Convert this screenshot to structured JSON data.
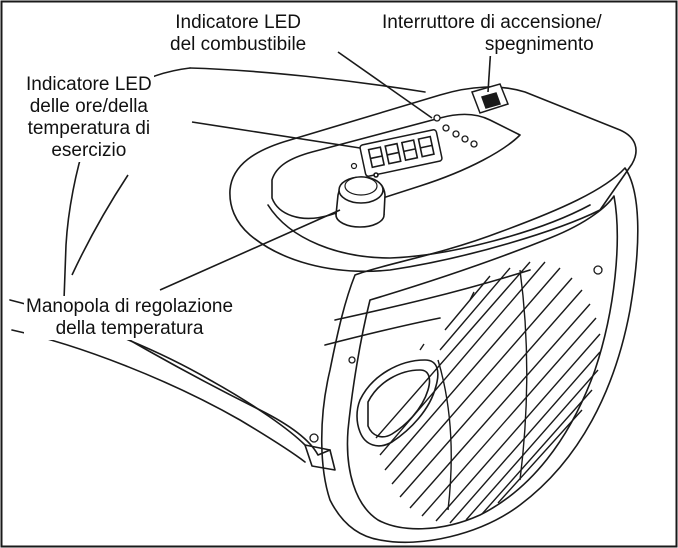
{
  "labels": {
    "fuel_led": [
      "Indicatore LED",
      "del combustibile"
    ],
    "power_switch": [
      "Interruttore di accensione/",
      "spegnimento"
    ],
    "hours_temp_led": [
      "Indicatore LED",
      "delle ore/della",
      "temperatura di",
      "esercizio"
    ],
    "temp_knob": [
      "Manopola di regolazione",
      "della temperatura"
    ]
  },
  "colors": {
    "line": "#1a1a1a",
    "fill": "#ffffff",
    "shade": "#e9e9e9"
  }
}
